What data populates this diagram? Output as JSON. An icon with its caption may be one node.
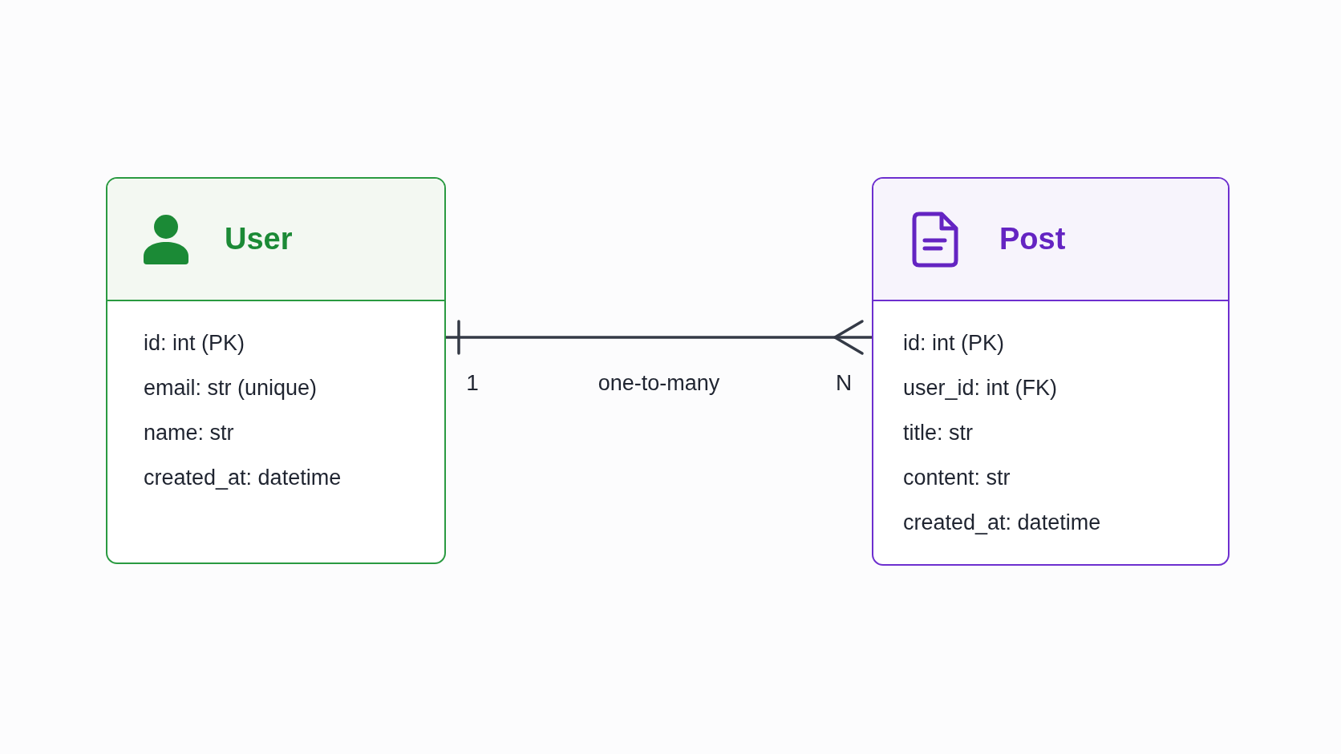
{
  "diagram": {
    "nodes": [
      {
        "text": [
          "User",
          "id: int (PK)",
          "email: str (unique)",
          "name: str",
          "created_at: datetime"
        ]
      },
      {
        "text": [
          "Post",
          "id: int (PK)",
          "user_id: int (FK)",
          "title: str",
          "content: str",
          "created_at: datetime"
        ]
      }
    ],
    "edges": [
      {
        "from": 0,
        "to": 1,
        "arrow": "other",
        "label": "one-to-many"
      }
    ],
    "labels": [
      "1",
      "N"
    ]
  }
}
